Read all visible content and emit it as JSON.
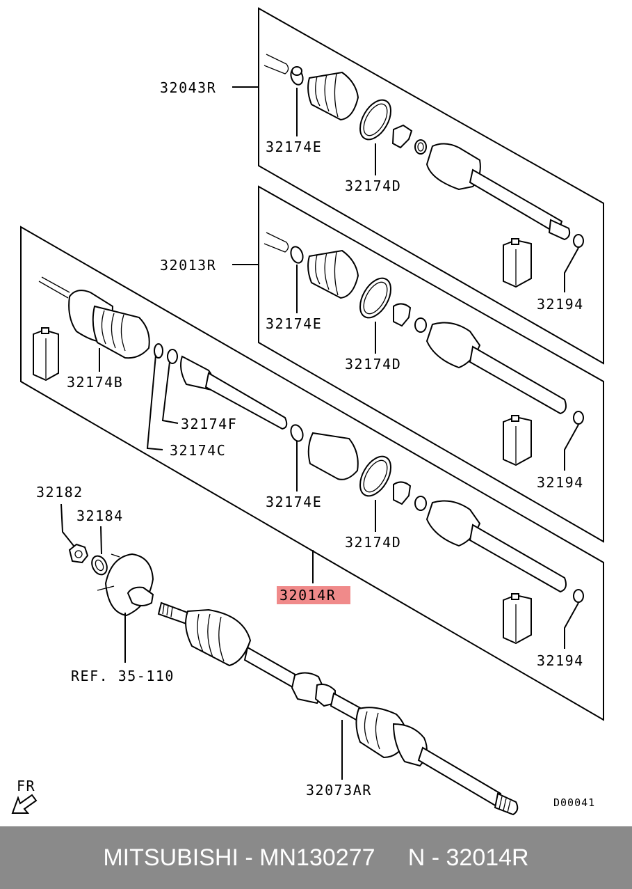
{
  "labels": {
    "p32043R": "32043R",
    "p32013R": "32013R",
    "p32174E_a": "32174E",
    "p32174D_a": "32174D",
    "p32194_a": "32194",
    "p32174E_b": "32174E",
    "p32174D_b": "32174D",
    "p32194_b": "32194",
    "p32174B": "32174B",
    "p32174F": "32174F",
    "p32174C": "32174C",
    "p32174E_c": "32174E",
    "p32174D_c": "32174D",
    "p32194_c": "32194",
    "p32182": "32182",
    "p32184": "32184",
    "p32014R": "32014R",
    "ref": "REF. 35-110",
    "p32073AR": "32073AR",
    "fr": "FR",
    "code": "D00041"
  },
  "highlight_color": "#f08a8a",
  "footer": {
    "brand": "MITSUBISHI",
    "sep1": " - ",
    "part_number": "MN130277",
    "gap": "     ",
    "n_label": "N",
    "sep2": " - ",
    "ref_number": "32014R"
  }
}
